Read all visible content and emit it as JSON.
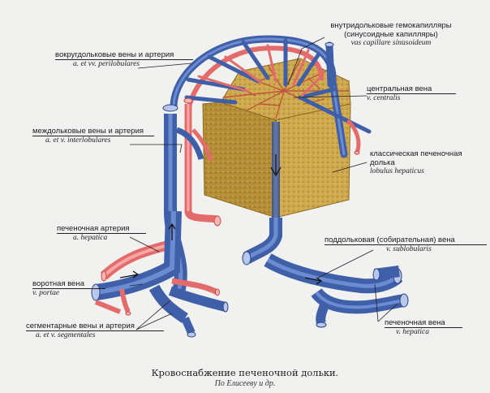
{
  "colors": {
    "vein": "#3f5fa8",
    "vein_dark": "#2b4585",
    "artery": "#e36b6b",
    "lobule": "#caa24a",
    "lobule_dark": "#9c7a2c",
    "background": "#f1f1f0"
  },
  "labels": {
    "sinusoid": {
      "ru": "внутридольковые гемокапилляры\n(синусоидные капилляры)",
      "lat": "vas capillare sinusoideum"
    },
    "perilobular": {
      "ru": "вокругдольковые вены и артерия",
      "lat": "a. et vv. perilobulares"
    },
    "central": {
      "ru": "центральная вена",
      "lat": "v. centralis"
    },
    "interlobular": {
      "ru": "междольковые вены и артерия",
      "lat": "a. et v. interlobulares"
    },
    "lobule": {
      "ru": "классическая печеночная\nдолька",
      "lat": "lobulus hepaticus"
    },
    "hepatic_artery": {
      "ru": "печеночная артерия",
      "lat": "a. hepatica"
    },
    "sublobular": {
      "ru": "поддольковая (собирательная) вена",
      "lat": "v. sublobularis"
    },
    "portal": {
      "ru": "воротная вена",
      "lat": "v. portae"
    },
    "segmental": {
      "ru": "сегментарные вены и артерия",
      "lat": "a. et v. segmentales"
    },
    "hepatic_vein": {
      "ru": "печеночная вена",
      "lat": "v. hepatica"
    }
  },
  "caption": "Кровоснабжение печеночной дольки.",
  "subcaption": "По Елисееву и др."
}
